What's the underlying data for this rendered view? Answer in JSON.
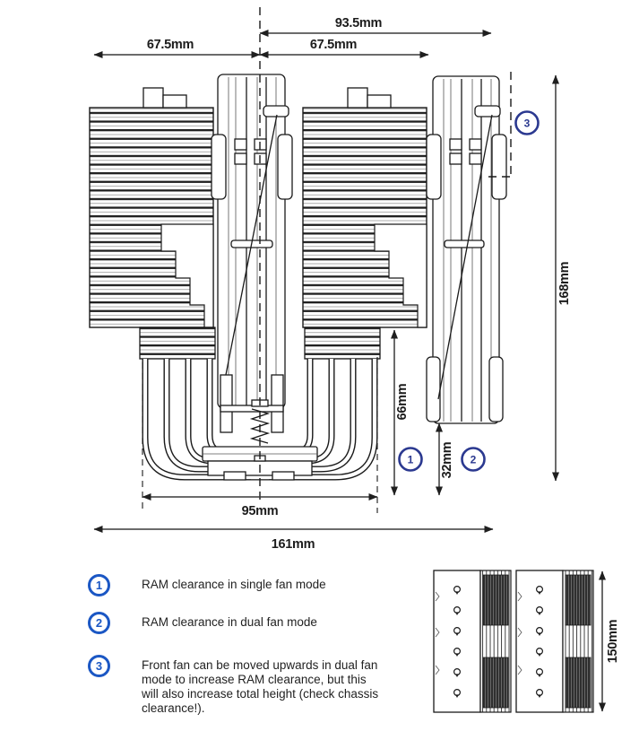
{
  "drawing": {
    "dimensions": {
      "top_offset": "93.5mm",
      "left_half_width": "67.5mm",
      "right_half_width": "67.5mm",
      "total_width": "161mm",
      "base_width": "95mm",
      "total_height": "168mm",
      "ram_clearance_single": "66mm",
      "ram_clearance_dual": "32mm",
      "top_view_height": "150mm"
    },
    "callouts": {
      "c1": "1",
      "c2": "2",
      "c3": "3"
    }
  },
  "legend": {
    "items": [
      {
        "num": "1",
        "text": "RAM clearance in single fan mode"
      },
      {
        "num": "2",
        "text": "RAM clearance in dual fan mode"
      },
      {
        "num": "3",
        "text": "Front fan can be moved upwards in dual fan mode to increase RAM clearance, but this will also increase total height (check chassis clearance!)."
      }
    ]
  },
  "colors": {
    "line": "#1a1a1a",
    "dimension_line": "#3a3a3a",
    "callout_blue": "#2b3990",
    "legend_blue": "#1b57c4",
    "text": "#222222",
    "background": "#ffffff"
  }
}
